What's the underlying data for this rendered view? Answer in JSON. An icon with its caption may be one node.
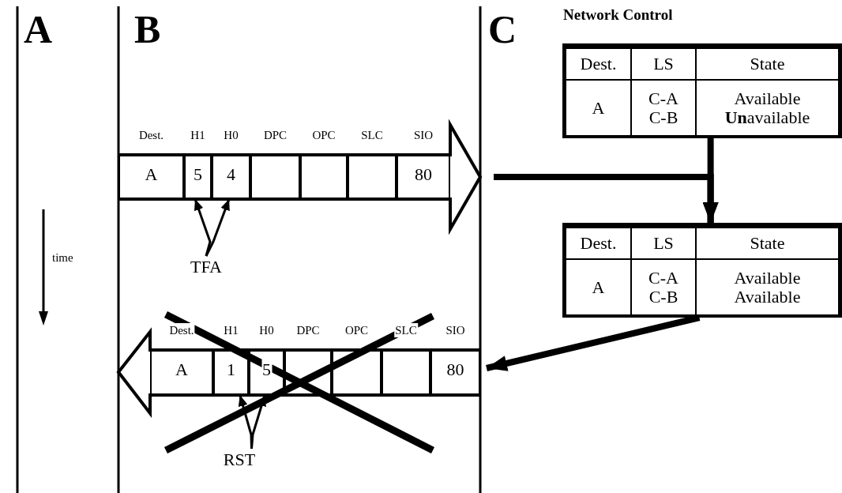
{
  "diagram": {
    "title": "Network Control",
    "nodes": [
      {
        "text": [],
        "shape": "arrow"
      },
      {
        "text": [
          "Dest.",
          "A"
        ],
        "in": 0
      },
      {
        "text": [
          "H1",
          "5"
        ],
        "in": 0
      },
      {
        "text": [
          "H0",
          "4"
        ],
        "in": 0
      },
      {
        "text": [
          "DPC"
        ],
        "in": 0
      },
      {
        "text": [
          "OPC"
        ],
        "in": 0
      },
      {
        "text": [
          "SLC"
        ],
        "in": 0
      },
      {
        "text": [
          "SIO",
          "80"
        ],
        "in": 0
      },
      {
        "text": [
          "TFA"
        ]
      },
      {
        "text": [],
        "shape": "box"
      },
      {
        "text": [
          "Dest."
        ],
        "in": 9
      },
      {
        "text": [
          "LS"
        ],
        "in": 9
      },
      {
        "text": [
          "State"
        ],
        "in": 9
      },
      {
        "text": [
          "A"
        ],
        "in": 9
      },
      {
        "text": [
          "C-A C-B"
        ],
        "in": 9
      },
      {
        "text": [
          "Available **Un**available"
        ],
        "in": 9
      },
      {
        "text": [],
        "shape": "box"
      },
      {
        "text": [
          "Dest."
        ],
        "in": 16
      },
      {
        "text": [
          "LS"
        ],
        "in": 16
      },
      {
        "text": [
          "State"
        ],
        "in": 16
      },
      {
        "text": [
          "A"
        ],
        "in": 16
      },
      {
        "text": [
          "C-A C-B"
        ],
        "in": 16
      },
      {
        "text": [
          "Available Available"
        ],
        "in": 16
      },
      {
        "text": [],
        "shape": "arrow"
      },
      {
        "text": [
          "Dest.",
          "A"
        ],
        "in": 23
      },
      {
        "text": [
          "H1",
          "1"
        ],
        "in": 23
      },
      {
        "text": [
          "H0",
          "5"
        ],
        "in": 23
      },
      {
        "text": [
          "DPC"
        ],
        "in": 23
      },
      {
        "text": [
          "OPC"
        ],
        "in": 23
      },
      {
        "text": [
          "SLC"
        ],
        "in": 23
      },
      {
        "text": [
          "SIO",
          "80"
        ],
        "in": 23
      },
      {
        "text": [
          "RST"
        ]
      }
    ],
    "edges": [
      {
        "from": 8,
        "to": 2,
        "arrow": "to"
      },
      {
        "from": 8,
        "to": 3,
        "arrow": "to"
      },
      {
        "from": 0,
        "to": 16,
        "arrow": "to",
        "style": "thick"
      },
      {
        "from": 9,
        "to": 16,
        "arrow": "to",
        "style": "thick"
      },
      {
        "from": 16,
        "to": 23,
        "arrow": "to",
        "style": "thick"
      },
      {
        "from": 31,
        "to": 25,
        "arrow": "to"
      },
      {
        "from": 31,
        "to": 26,
        "arrow": "to"
      }
    ],
    "labels": [
      "A",
      "B",
      "C",
      "time"
    ]
  }
}
